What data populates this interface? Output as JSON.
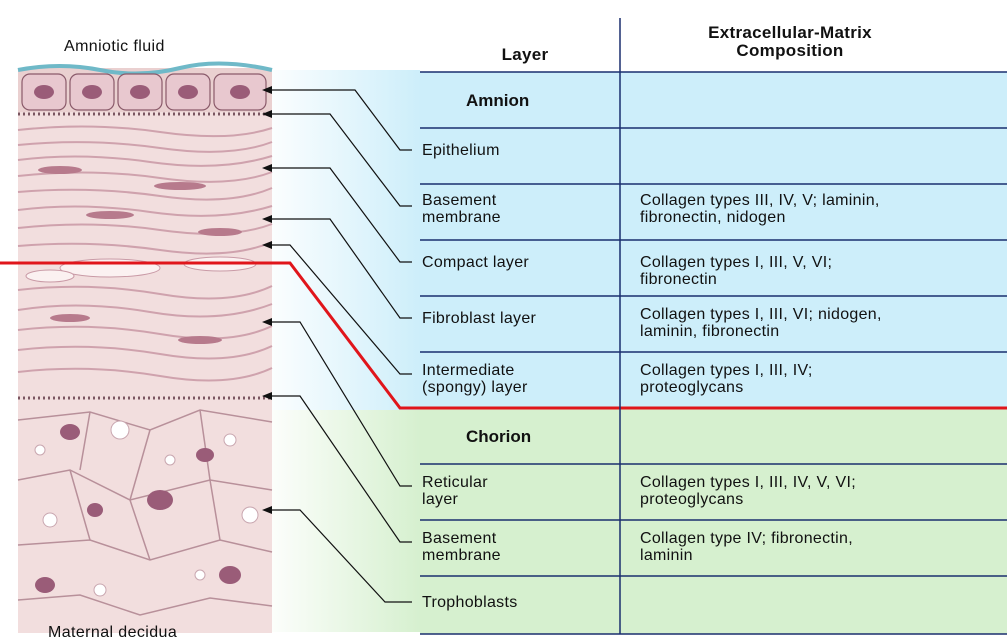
{
  "top_label": "Amniotic fluid",
  "bottom_label": "Maternal decidua",
  "headers": {
    "layer": "Layer",
    "ecm": "Extracellular-Matrix\nComposition"
  },
  "sections": {
    "amnion": "Amnion",
    "chorion": "Chorion"
  },
  "rows": [
    {
      "layer": "Epithelium",
      "ecm": ""
    },
    {
      "layer": "Basement\nmembrane",
      "ecm": "Collagen types III, IV, V; laminin,\nfibronectin, nidogen"
    },
    {
      "layer": "Compact layer",
      "ecm": "Collagen types I, III, V, VI;\nfibronectin"
    },
    {
      "layer": "Fibroblast layer",
      "ecm": "Collagen types I, III, VI; nidogen,\nlaminin, fibronectin"
    },
    {
      "layer": "Intermediate\n(spongy) layer",
      "ecm": "Collagen types I, III, IV;\nproteoglycans"
    },
    {
      "layer": "Reticular\nlayer",
      "ecm": "Collagen types I, III, IV, V, VI;\nproteoglycans"
    },
    {
      "layer": "Basement\nmembrane",
      "ecm": "Collagen type IV; fibronectin,\nlaminin"
    },
    {
      "layer": "Trophoblasts",
      "ecm": ""
    }
  ],
  "colors": {
    "amnion_bg": "#cdeefa",
    "chorion_bg": "#d6f0cf",
    "grid": "#1a2f6e",
    "boundary": "#e0151b"
  }
}
